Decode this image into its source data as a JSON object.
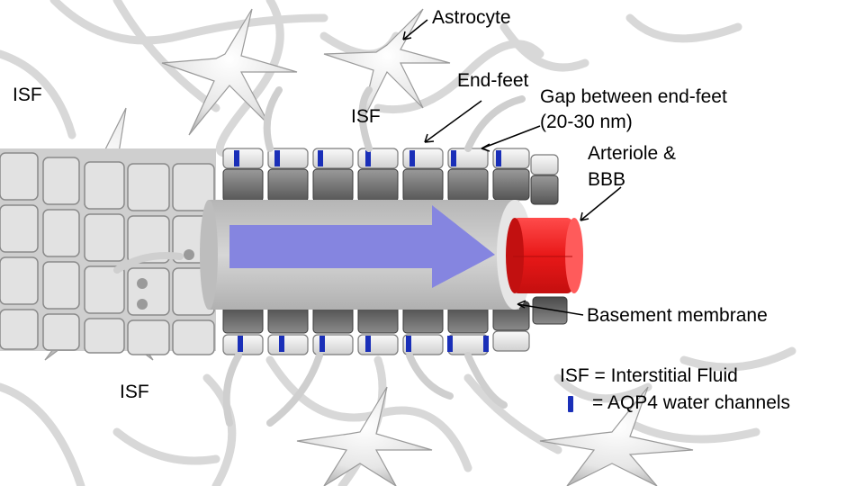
{
  "labels": {
    "astrocyte": "Astrocyte",
    "end_feet": "End-feet",
    "gap_line1": "Gap between end-feet",
    "gap_line2": "(20-30 nm)",
    "arteriole_line1": "Arteriole &",
    "arteriole_line2": "BBB",
    "basement_membrane": "Basement membrane",
    "isf_top_left": "ISF",
    "isf_top_middle": "ISF",
    "isf_bottom": "ISF"
  },
  "legend": {
    "isf_definition": "ISF = Interstitial Fluid",
    "aqp4_definition": "= AQP4 water channels"
  },
  "colors": {
    "flow_arrow": "#8585e0",
    "arteriole": "#ee2222",
    "aqp4_channel": "#1a2fb8",
    "basement_membrane": "#c9c9c9",
    "end_foot_tile": "#707070",
    "astrocyte": "#e8e8e8"
  },
  "icons": {
    "flow": "flow-arrow-icon",
    "channel": "aqp4-channel-icon"
  }
}
